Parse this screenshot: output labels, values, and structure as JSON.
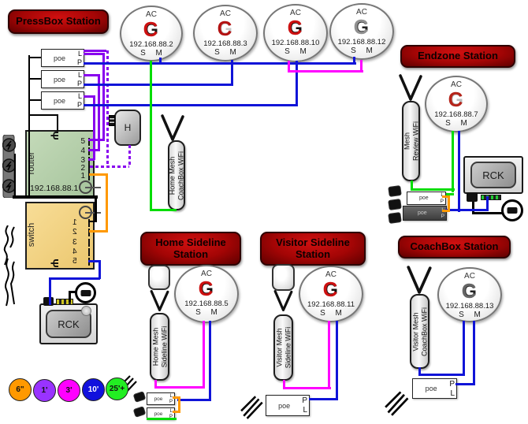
{
  "titles": {
    "pressbox": "PressBox Station",
    "endzone": "Endzone Station",
    "home_sideline": "Home Sideline Station",
    "visitor_sideline": "Visitor Sideline Station",
    "coachbox": "CoachBox Station"
  },
  "aps": [
    {
      "label": "AC",
      "ip": "192.168.88.2",
      "ports": "S M",
      "g": "#1a1a1a",
      "c": "#cc1111"
    },
    {
      "label": "AC",
      "ip": "192.168.88.3",
      "ports": "S M",
      "g": "#c8c8c8",
      "c": "#b31212"
    },
    {
      "label": "AC",
      "ip": "192.168.88.10",
      "ports": "S M",
      "g": "#111111",
      "c": "#cc1111"
    },
    {
      "label": "AC",
      "ip": "192.168.88.12",
      "ports": "S M",
      "g": "#222222",
      "c": "#909090"
    },
    {
      "label": "AC",
      "ip": "192.168.88.7",
      "ports": "S M",
      "g": "#bbbbbb",
      "c": "#b5241a"
    },
    {
      "label": "AC",
      "ip": "192.168.88.5",
      "ports": "S M",
      "g": "#111111",
      "c": "#cc1111"
    },
    {
      "label": "AC",
      "ip": "192.168.88.11",
      "ports": "S M",
      "g": "#111111",
      "c": "#cc1111"
    },
    {
      "label": "AC",
      "ip": "192.168.88.13",
      "ports": "S M",
      "g": "#222222",
      "c": "#666666"
    }
  ],
  "logo_letters": {
    "back": "G",
    "front": "C"
  },
  "router": {
    "label": "router",
    "ip": "192.168.88.1",
    "ports": [
      "5",
      "4",
      "3",
      "2",
      "1"
    ]
  },
  "switch": {
    "label": "switch",
    "ports": [
      "1",
      "2",
      "3",
      "4",
      "5"
    ]
  },
  "h_box": {
    "label": "H"
  },
  "rck": {
    "label": "RCK"
  },
  "poe": {
    "label": "poe",
    "l": "L",
    "p": "P"
  },
  "wifi_boxes": {
    "home_coachbox": [
      "Home Mesh",
      "CoachBox WiFi"
    ],
    "endzone": [
      "Mesh",
      "Review WiFi"
    ],
    "home_sideline": [
      "Home Mesh",
      "Sideline WiFi"
    ],
    "visitor_sideline": [
      "Visitor Mesh",
      "Sideline WiFi"
    ],
    "visitor_coachbox": [
      "Visitor Mesh",
      "CoachBox WiFi"
    ]
  },
  "legend": [
    {
      "label": "6\"",
      "color": "#ff9900"
    },
    {
      "label": "1'",
      "color": "#9933ff"
    },
    {
      "label": "3'",
      "color": "#ff00ff"
    },
    {
      "label": "10'",
      "color": "#1111dd"
    },
    {
      "label": "25'+",
      "color": "#22ee22"
    }
  ],
  "icons": {
    "usb": "Ψ"
  }
}
